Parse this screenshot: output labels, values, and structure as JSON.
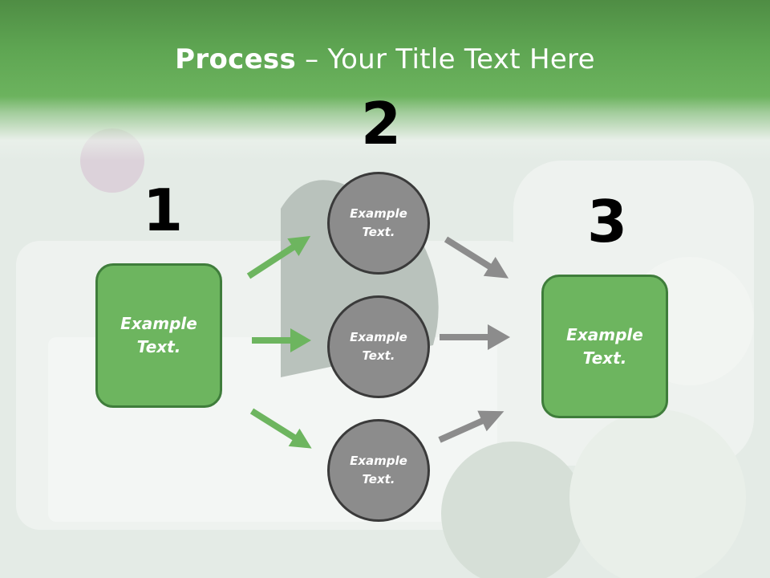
{
  "title": {
    "bold": "Process",
    "rest": " – Your Title Text Here"
  },
  "steps": {
    "one": {
      "number": "1",
      "line1": "Example",
      "line2": "Text."
    },
    "two": {
      "number": "2"
    },
    "three": {
      "number": "3",
      "line1": "Example",
      "line2": "Text."
    }
  },
  "circles": [
    {
      "line1": "Example",
      "line2": "Text."
    },
    {
      "line1": "Example",
      "line2": "Text."
    },
    {
      "line1": "Example",
      "line2": "Text."
    }
  ],
  "colors": {
    "green": "#6db55f",
    "green_border": "#3f7d3b",
    "gray": "#8c8c8c",
    "gray_border": "#3a3a3a",
    "header": "#5ea552"
  }
}
